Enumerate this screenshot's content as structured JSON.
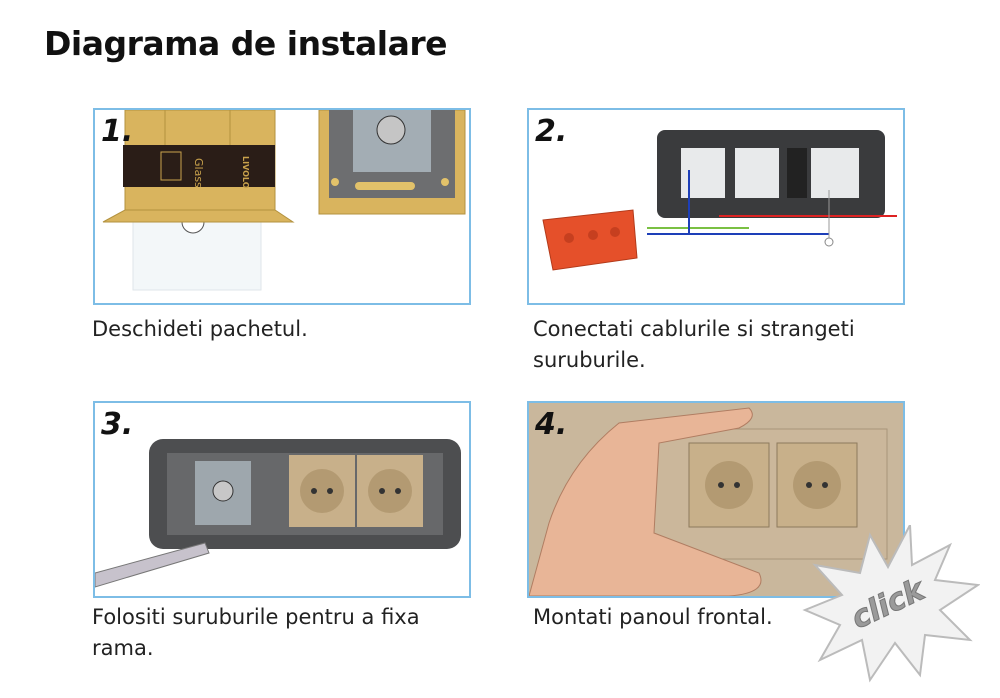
{
  "title": "Diagrama de instalare",
  "steps": [
    {
      "number": "1.",
      "caption": "Deschideti pachetul."
    },
    {
      "number": "2.",
      "caption": "Conectati cablurile si strangeti suruburile."
    },
    {
      "number": "3.",
      "caption": "Folositi suruburile pentru a fixa rama."
    },
    {
      "number": "4.",
      "caption": "Montati panoul frontal."
    }
  ],
  "badge": {
    "label": "click"
  },
  "package_text": {
    "brand": "LIVOLO",
    "product": "Glass"
  },
  "colors": {
    "panel_border": "#7dbde6",
    "gold": "#d9b45e",
    "socket": "#c8b08a"
  }
}
